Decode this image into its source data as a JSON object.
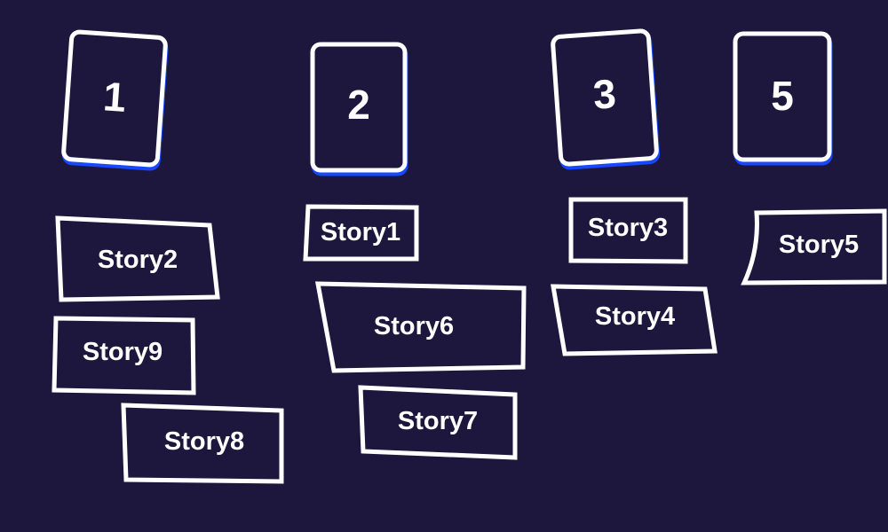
{
  "colors": {
    "background": "#1d173d",
    "card_fill": "#1d173d",
    "card_border": "#ffffff",
    "card_accent": "#1747ff",
    "text": "#ffffff"
  },
  "estimate_cards": [
    {
      "id": "card-1",
      "label": "1"
    },
    {
      "id": "card-2",
      "label": "2"
    },
    {
      "id": "card-3",
      "label": "3"
    },
    {
      "id": "card-5",
      "label": "5"
    }
  ],
  "story_cards": [
    {
      "id": "story-1",
      "label": "Story1"
    },
    {
      "id": "story-2",
      "label": "Story2"
    },
    {
      "id": "story-3",
      "label": "Story3"
    },
    {
      "id": "story-4",
      "label": "Story4"
    },
    {
      "id": "story-5",
      "label": "Story5"
    },
    {
      "id": "story-6",
      "label": "Story6"
    },
    {
      "id": "story-7",
      "label": "Story7"
    },
    {
      "id": "story-8",
      "label": "Story8"
    },
    {
      "id": "story-9",
      "label": "Story9"
    }
  ]
}
